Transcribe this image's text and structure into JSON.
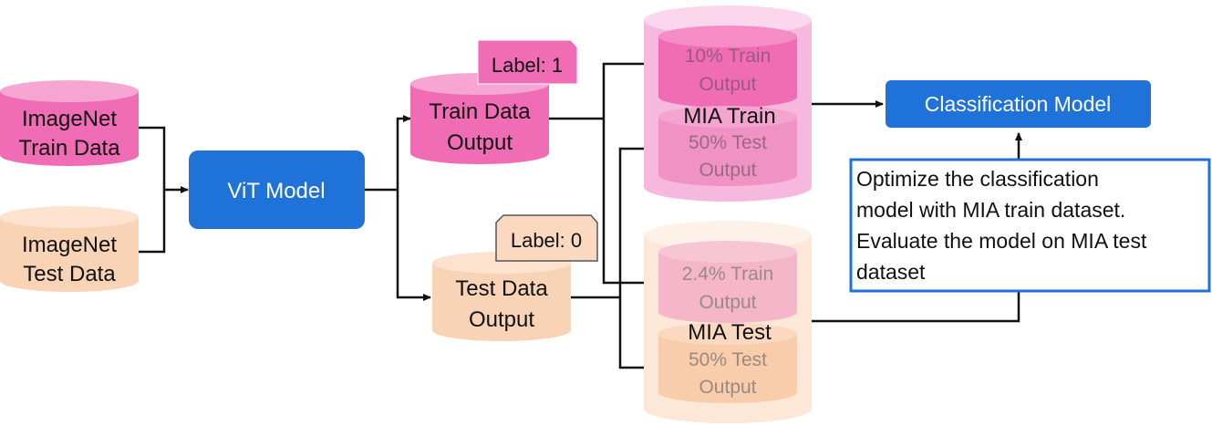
{
  "nodes": {
    "imagenet_train": [
      "ImageNet",
      "Train Data"
    ],
    "imagenet_test": [
      "ImageNet",
      "Test Data"
    ],
    "vit_model": "ViT Model",
    "train_output": [
      "Train Data",
      "Output"
    ],
    "test_output": [
      "Test Data",
      "Output"
    ],
    "label_train": "Label: 1",
    "label_test": "Label: 0",
    "mia_train": {
      "title": "MIA Train",
      "top": [
        "10% Train",
        "Output"
      ],
      "bottom": [
        "50% Test",
        "Output"
      ]
    },
    "mia_test": {
      "title": "MIA Test",
      "top": [
        "2.4% Train",
        "Output"
      ],
      "bottom": [
        "50% Test",
        "Output"
      ]
    },
    "classification_model": "Classification Model",
    "note": [
      "Optimize the classification",
      "model with MIA train dataset.",
      "Evaluate the model on MIA test",
      "dataset"
    ]
  },
  "colors": {
    "pink_dark": "#f06cb4",
    "pink_light": "#f7b8dd",
    "peach": "#f9d3b6",
    "peach_light": "#fde7d7",
    "blue": "#1f72d8",
    "text": "#111111",
    "faded_text": "#8a8a8a"
  }
}
